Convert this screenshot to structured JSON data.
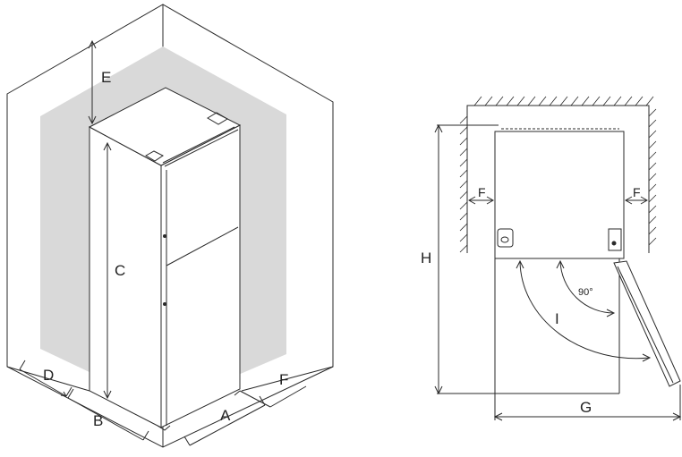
{
  "isometric_view": {
    "dimensions": {
      "E": "E",
      "C": "C",
      "D": "D",
      "B": "B",
      "A": "A",
      "F": "F"
    }
  },
  "top_view": {
    "dimensions": {
      "F_left": "F",
      "F_right": "F",
      "H": "H",
      "I": "I",
      "G": "G",
      "angle": "90°"
    }
  },
  "colors": {
    "line": "#2a2a2a",
    "wall_shadow": "#d9d9d9",
    "background": "#ffffff"
  }
}
